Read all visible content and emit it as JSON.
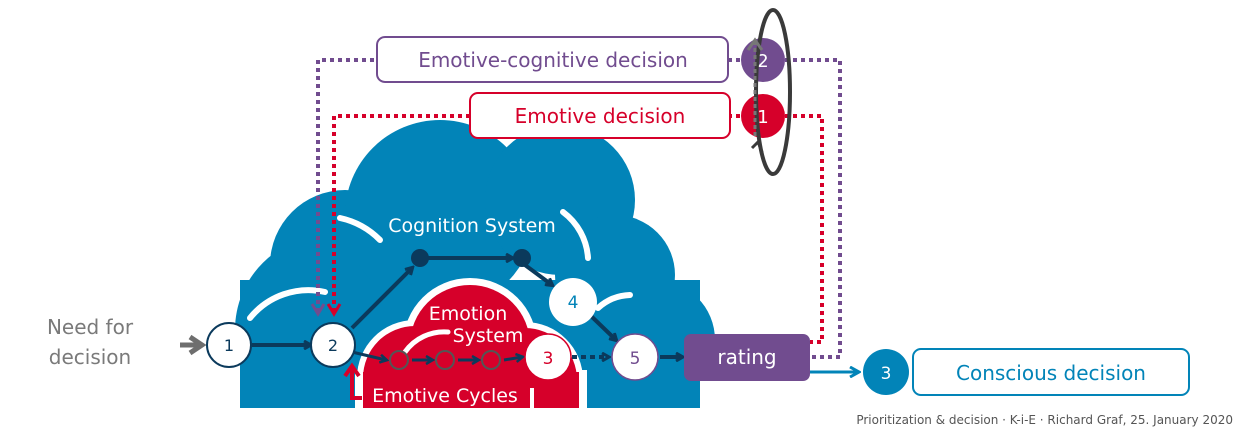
{
  "colors": {
    "cloud_blue": "#0284b8",
    "emotion_red": "#d6002a",
    "purple": "#714c8f",
    "dark_navy": "#0b3a5c",
    "gray": "#6e6e6e",
    "loop_dark": "#3a3a3a"
  },
  "input": {
    "label_line1": "Need for",
    "label_line2": "decision"
  },
  "cognition": {
    "title": "Cognition System"
  },
  "emotion": {
    "title_line1": "Emotion",
    "title_line2": "System",
    "cycles_label": "Emotive Cycles"
  },
  "nodes": {
    "n1": "1",
    "n2": "2",
    "n3": "3",
    "n4": "4",
    "n5": "5"
  },
  "rating": {
    "label": "rating"
  },
  "decisions": {
    "emotive_cognitive": {
      "label": "Emotive-cognitive decision",
      "badge": "2"
    },
    "emotive": {
      "label": "Emotive decision",
      "badge": "1"
    },
    "conscious": {
      "label": "Conscious decision",
      "badge": "3"
    }
  },
  "footer": {
    "caption": "Prioritization & decision · K-i-E · Richard Graf, 25. January 2020"
  }
}
